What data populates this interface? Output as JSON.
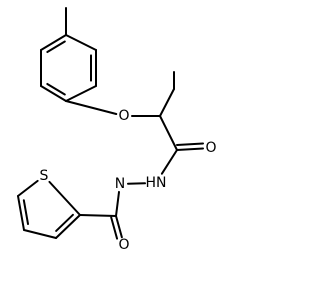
{
  "molecule": {
    "atoms": [
      {
        "id": "ch3",
        "element": "C",
        "label": ""
      },
      {
        "id": "c1",
        "element": "C",
        "label": ""
      },
      {
        "id": "c2",
        "element": "C",
        "label": ""
      },
      {
        "id": "c3",
        "element": "C",
        "label": ""
      },
      {
        "id": "c4",
        "element": "C",
        "label": ""
      },
      {
        "id": "c5",
        "element": "C",
        "label": ""
      },
      {
        "id": "c6",
        "element": "C",
        "label": ""
      },
      {
        "id": "o_ether",
        "element": "O",
        "label": "O"
      },
      {
        "id": "ca",
        "element": "C",
        "label": ""
      },
      {
        "id": "cb",
        "element": "C",
        "label": ""
      },
      {
        "id": "cc",
        "element": "C",
        "label": ""
      },
      {
        "id": "cd",
        "element": "C",
        "label": ""
      },
      {
        "id": "o_amide1",
        "element": "O",
        "label": "O"
      },
      {
        "id": "nh",
        "element": "N",
        "label": "HN"
      },
      {
        "id": "n2",
        "element": "N",
        "label": "N"
      },
      {
        "id": "ce",
        "element": "C",
        "label": ""
      },
      {
        "id": "o_amide2",
        "element": "O",
        "label": "O"
      },
      {
        "id": "t2",
        "element": "C",
        "label": ""
      },
      {
        "id": "t3",
        "element": "C",
        "label": ""
      },
      {
        "id": "t4",
        "element": "C",
        "label": ""
      },
      {
        "id": "t5",
        "element": "C",
        "label": ""
      },
      {
        "id": "s",
        "element": "S",
        "label": "S"
      }
    ],
    "bonds": [
      {
        "from": "ch3",
        "to": "c1",
        "order": 1
      },
      {
        "from": "c1",
        "to": "c2",
        "order": 2
      },
      {
        "from": "c2",
        "to": "c3",
        "order": 1
      },
      {
        "from": "c3",
        "to": "c4",
        "order": 2
      },
      {
        "from": "c4",
        "to": "c5",
        "order": 1
      },
      {
        "from": "c5",
        "to": "c6",
        "order": 2
      },
      {
        "from": "c6",
        "to": "c1",
        "order": 1
      },
      {
        "from": "c4",
        "to": "o_ether",
        "order": 1
      },
      {
        "from": "o_ether",
        "to": "ca",
        "order": 1
      },
      {
        "from": "ca",
        "to": "cb",
        "order": 1
      },
      {
        "from": "cb",
        "to": "cc",
        "order": 1
      },
      {
        "from": "ca",
        "to": "cd",
        "order": 1
      },
      {
        "from": "cd",
        "to": "o_amide1",
        "order": 2
      },
      {
        "from": "cd",
        "to": "nh",
        "order": 1
      },
      {
        "from": "nh",
        "to": "n2",
        "order": 1
      },
      {
        "from": "n2",
        "to": "ce",
        "order": 1
      },
      {
        "from": "ce",
        "to": "o_amide2",
        "order": 2
      },
      {
        "from": "ce",
        "to": "t2",
        "order": 1
      },
      {
        "from": "t2",
        "to": "t3",
        "order": 2
      },
      {
        "from": "t3",
        "to": "t4",
        "order": 1
      },
      {
        "from": "t4",
        "to": "t5",
        "order": 2
      },
      {
        "from": "t5",
        "to": "s",
        "order": 1
      },
      {
        "from": "s",
        "to": "t2",
        "order": 1
      }
    ]
  },
  "colors": {
    "bond": "#000000",
    "label": "#000000",
    "background": "#ffffff"
  }
}
